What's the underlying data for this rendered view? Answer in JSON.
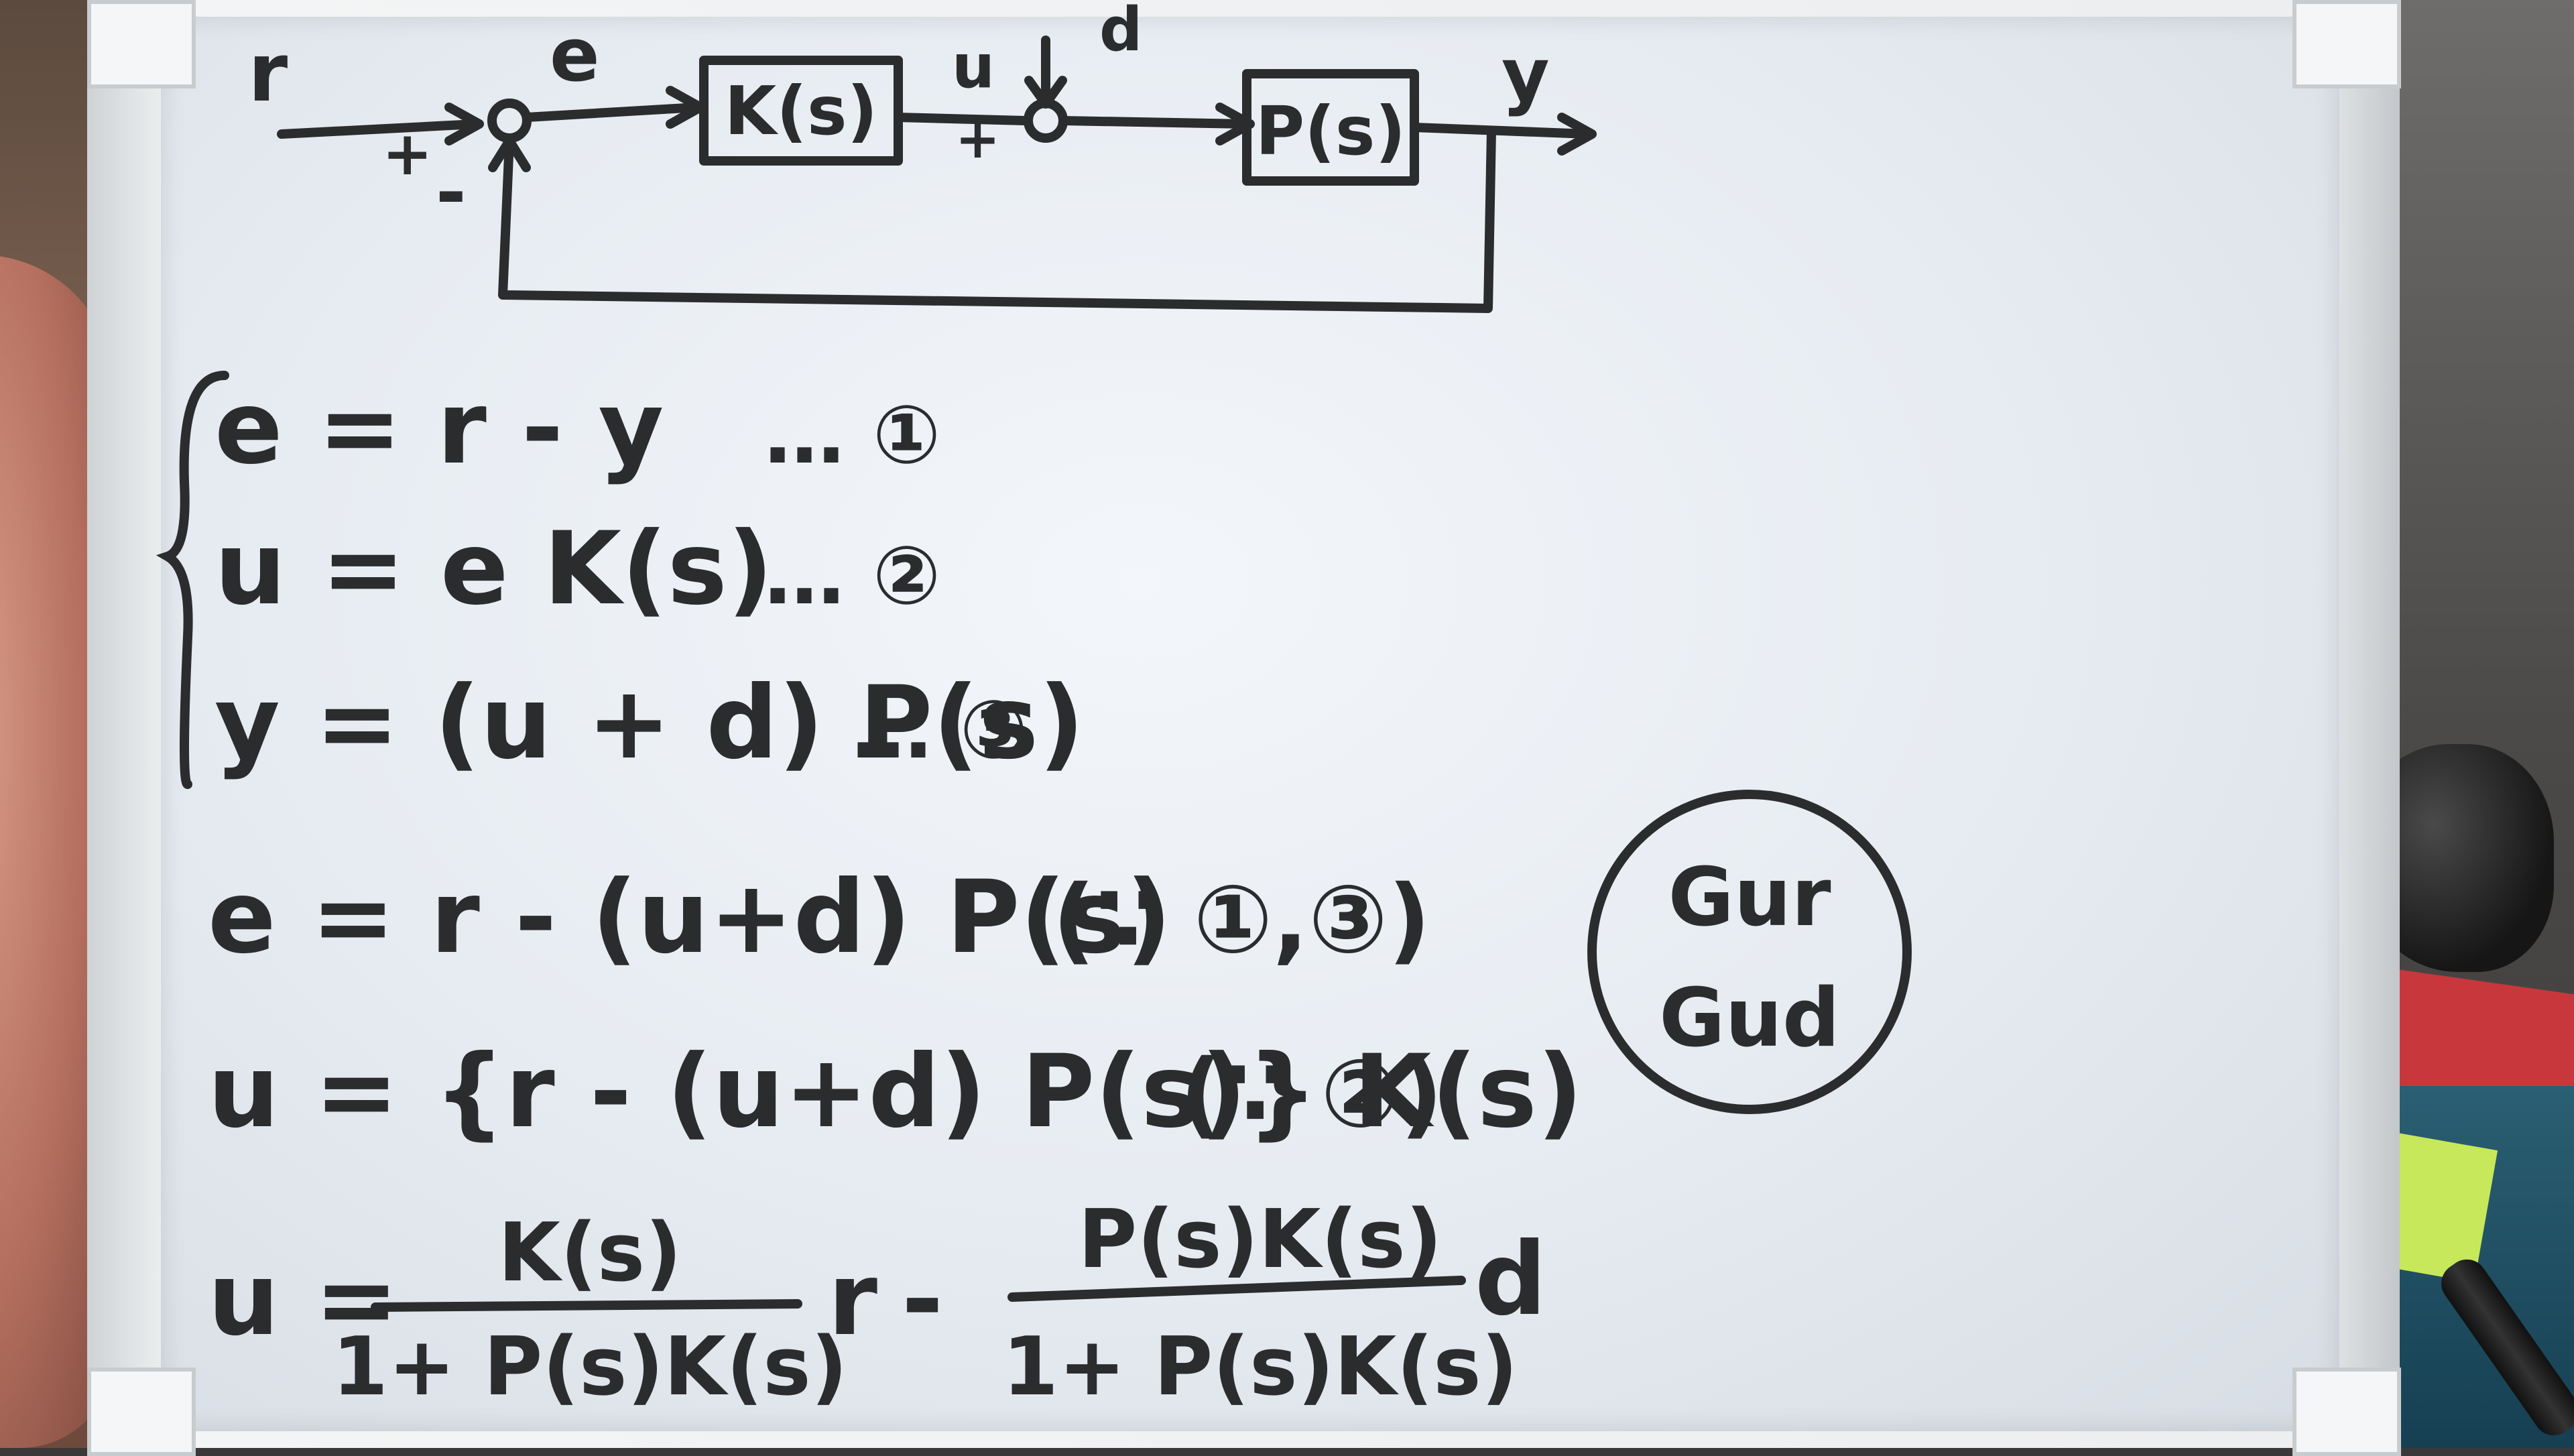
{
  "diagram": {
    "r": "r",
    "e": "e",
    "u": "u",
    "d": "d",
    "y": "y",
    "plus1": "+",
    "minus": "-",
    "plus2": "+",
    "K": "K(s)",
    "P": "P(s)"
  },
  "equations": {
    "eq1": "e = r - y",
    "eq1_tag": "… ①",
    "eq2": "u = e K(s)",
    "eq2_tag": "… ②",
    "eq3": "y = (u + d) P(s)",
    "eq3_tag": "… ③",
    "line4": "e = r - (u+d) P(s)",
    "line4_note": "(∵ ①,③)",
    "line5": "u = {r - (u+d) P(s)} K(s)",
    "line5_note": "(∵ ②)",
    "u_lhs": "u =",
    "frac1_num": "K(s)",
    "frac1_den": "1+ P(s)K(s)",
    "r": "r",
    "minus": "-",
    "frac2_num": "P(s)K(s)",
    "frac2_den": "1+ P(s)K(s)",
    "d": "d"
  },
  "circled_note": {
    "line1": "Gur",
    "line2": "Gud"
  },
  "ink_color": "#2a2c2e"
}
